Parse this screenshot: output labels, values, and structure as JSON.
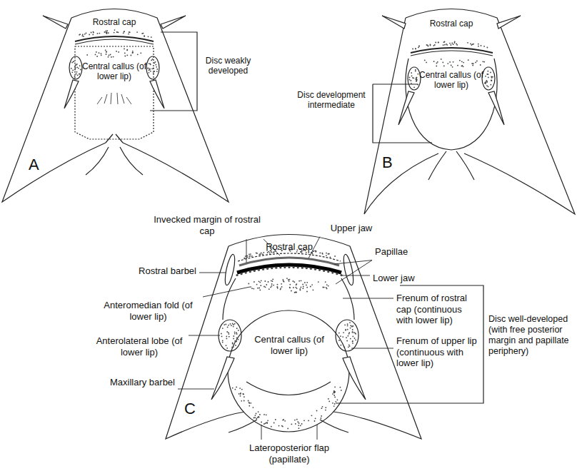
{
  "diagram": {
    "labels": [
      "Rostral cap",
      "Central callus (of lower lip)",
      "Disc weakly developed",
      "A",
      "Rostral cap",
      "Disc development intermediate",
      "Central callus (of lower lip)",
      "B",
      "Invecked margin of rostral cap",
      "Upper jaw",
      "Rostral cap",
      "Rostral barbel",
      "Papillae",
      "Lower jaw",
      "Anteromedian fold (of lower lip)",
      "Frenum of rostral cap (continuous with lower lip)",
      "Anterolateral lobe (of lower lip)",
      "Central callus (of lower lip)",
      "Disc well-developed (with free posterior margin and papillate periphery)",
      "Frenum of upper lip (continuous with lower lip)",
      "Maxillary barbel",
      "Lateroposterior flap (papillate)",
      "C"
    ]
  }
}
